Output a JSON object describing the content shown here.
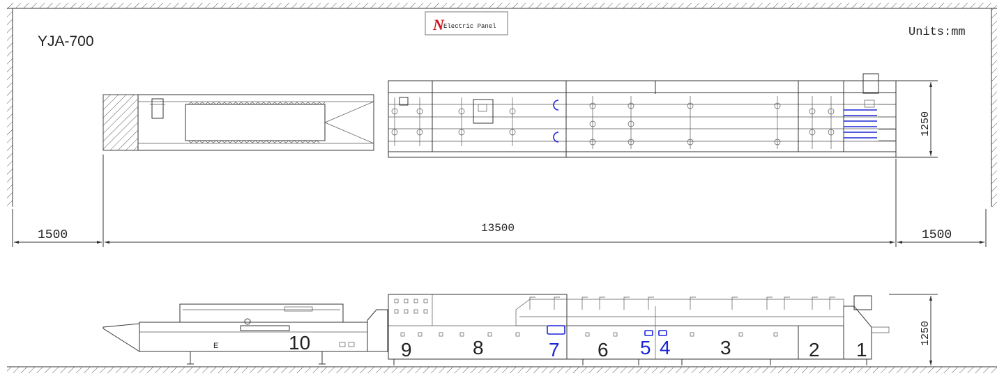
{
  "model": "YJA-700",
  "units": "Units:mm",
  "panel": {
    "logo_letter": "N",
    "label": "Electric Panel"
  },
  "dimensions": {
    "left_clearance": "1500",
    "total_length": "13500",
    "right_clearance": "1500",
    "top_width": "1250",
    "side_height": "1250"
  },
  "sections": [
    {
      "number": "1",
      "color": "#111111"
    },
    {
      "number": "2",
      "color": "#111111"
    },
    {
      "number": "3",
      "color": "#111111"
    },
    {
      "number": "4",
      "color": "#1a25d6"
    },
    {
      "number": "5",
      "color": "#1a25d6"
    },
    {
      "number": "6",
      "color": "#111111"
    },
    {
      "number": "7",
      "color": "#1a25d6"
    },
    {
      "number": "8",
      "color": "#111111"
    },
    {
      "number": "9",
      "color": "#111111"
    },
    {
      "number": "10",
      "color": "#111111"
    }
  ],
  "feeder_label": "E",
  "colors": {
    "accent_blue": "#1a25d6",
    "logo_red": "#d0121b",
    "line": "#333333"
  }
}
